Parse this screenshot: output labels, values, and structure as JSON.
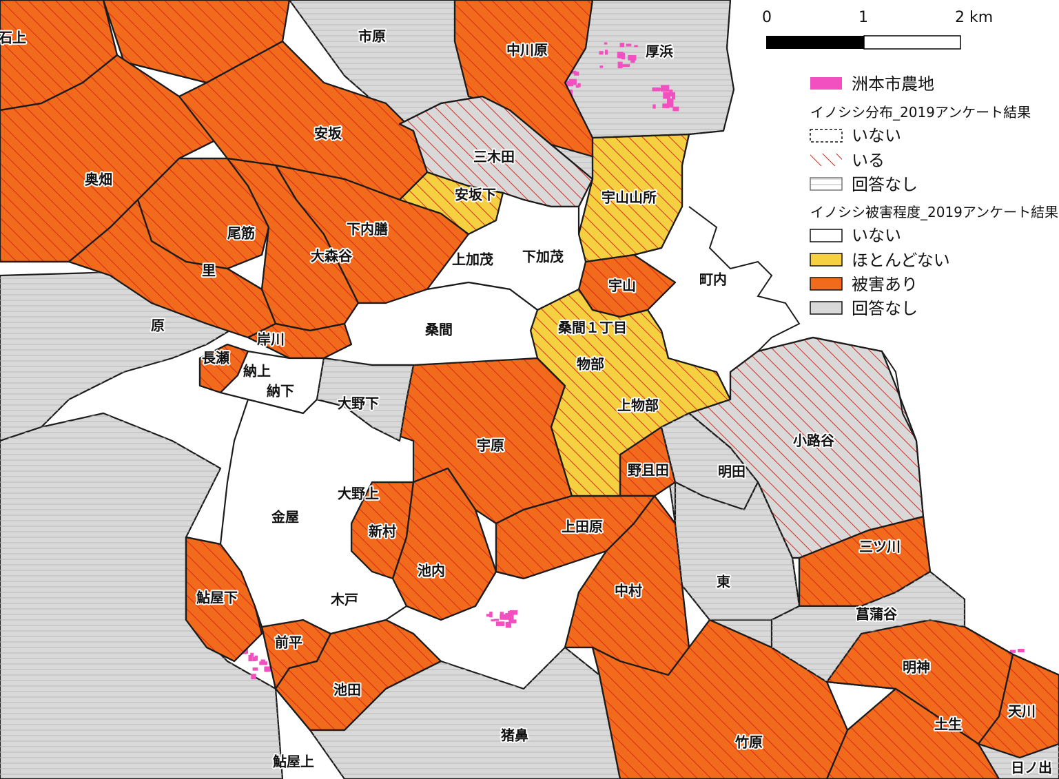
{
  "colors": {
    "farmland": "#f24fc0",
    "no_response": "#d9d9d9",
    "damage": "#f26a1b",
    "little": "#f5d142",
    "none": "#ffffff",
    "hatch_present": "#d7281c",
    "outside": "#ffffff"
  },
  "scale_bar": {
    "labels": [
      "0",
      "1",
      "2 km"
    ]
  },
  "legend": {
    "farmland": "洲本市農地",
    "distribution_title": "イノシシ分布_2019アンケート結果",
    "dist_absent": "いない",
    "dist_present": "いる",
    "dist_noanswer": "回答なし",
    "damage_title": "イノシシ被害程度_2019アンケート結果",
    "dmg_none": "いない",
    "dmg_little": "ほとんどない",
    "dmg_yes": "被害あり",
    "dmg_noanswer": "回答なし"
  },
  "places": [
    "石上",
    "市原",
    "中川原",
    "厚浜",
    "安坂",
    "奥畑",
    "三木田",
    "安坂下",
    "宇山山所",
    "尾筋",
    "下内膳",
    "大森谷",
    "上加茂",
    "下加茂",
    "里",
    "宇山",
    "町内",
    "原",
    "岸川",
    "桑間",
    "桑間１丁目",
    "長瀬",
    "納上",
    "納下",
    "物部",
    "大野下",
    "上物部",
    "宇原",
    "小路谷",
    "野且田",
    "明田",
    "大野上",
    "金屋",
    "新村",
    "上田原",
    "三ツ川",
    "池内",
    "東",
    "中村",
    "鮎屋下",
    "木戸",
    "菖蒲谷",
    "前平",
    "明神",
    "池田",
    "天川",
    "土生",
    "猪鼻",
    "竹原",
    "鮎屋上",
    "日ノ出"
  ],
  "map_regions": [
    {
      "name": "石上",
      "damage": "被害あり",
      "boar": "いる"
    },
    {
      "name": "市原",
      "damage": "回答なし",
      "boar": "回答なし"
    },
    {
      "name": "中川原",
      "damage": "被害あり",
      "boar": "いる"
    },
    {
      "name": "厚浜",
      "damage": "回答なし",
      "boar": "回答なし"
    },
    {
      "name": "安坂",
      "damage": "被害あり",
      "boar": "いる"
    },
    {
      "name": "奥畑",
      "damage": "被害あり",
      "boar": "いる"
    },
    {
      "name": "三木田",
      "damage": "回答なし",
      "boar": "いる"
    },
    {
      "name": "安坂下",
      "damage": "ほとんどない",
      "boar": "いる"
    },
    {
      "name": "宇山山所",
      "damage": "ほとんどない",
      "boar": "いる"
    },
    {
      "name": "尾筋",
      "damage": "被害あり",
      "boar": "いる"
    },
    {
      "name": "下内膳",
      "damage": "被害あり",
      "boar": "いる"
    },
    {
      "name": "大森谷",
      "damage": "被害あり",
      "boar": "いる"
    },
    {
      "name": "上加茂",
      "damage": "いない",
      "boar": "いない"
    },
    {
      "name": "下加茂",
      "damage": "いない",
      "boar": "いない"
    },
    {
      "name": "里",
      "damage": "被害あり",
      "boar": "いる"
    },
    {
      "name": "宇山",
      "damage": "被害あり",
      "boar": "いる"
    },
    {
      "name": "町内",
      "damage": "いない",
      "boar": "いない"
    },
    {
      "name": "原",
      "damage": "回答なし",
      "boar": "回答なし"
    },
    {
      "name": "岸川",
      "damage": "被害あり",
      "boar": "いる"
    },
    {
      "name": "桑間",
      "damage": "いない",
      "boar": "いない"
    },
    {
      "name": "桑間１丁目",
      "damage": "ほとんどない",
      "boar": "いる"
    },
    {
      "name": "長瀬",
      "damage": "被害あり",
      "boar": "いる"
    },
    {
      "name": "納上",
      "damage": "いない",
      "boar": "いない"
    },
    {
      "name": "納下",
      "damage": "いない",
      "boar": "いない"
    },
    {
      "name": "物部",
      "damage": "ほとんどない",
      "boar": "いる"
    },
    {
      "name": "大野下",
      "damage": "回答なし",
      "boar": "回答なし"
    },
    {
      "name": "上物部",
      "damage": "ほとんどない",
      "boar": "いる"
    },
    {
      "name": "宇原",
      "damage": "被害あり",
      "boar": "いる"
    },
    {
      "name": "小路谷",
      "damage": "回答なし",
      "boar": "いる"
    },
    {
      "name": "野且田",
      "damage": "被害あり",
      "boar": "いる"
    },
    {
      "name": "明田",
      "damage": "回答なし",
      "boar": "回答なし"
    },
    {
      "name": "大野上",
      "damage": "いない",
      "boar": "いない"
    },
    {
      "name": "金屋",
      "damage": "いない",
      "boar": "いない"
    },
    {
      "name": "新村",
      "damage": "被害あり",
      "boar": "いる"
    },
    {
      "name": "上田原",
      "damage": "被害あり",
      "boar": "いる"
    },
    {
      "name": "三ツ川",
      "damage": "被害あり",
      "boar": "いる"
    },
    {
      "name": "池内",
      "damage": "被害あり",
      "boar": "いる"
    },
    {
      "name": "東",
      "damage": "回答なし",
      "boar": "回答なし"
    },
    {
      "name": "中村",
      "damage": "被害あり",
      "boar": "いる"
    },
    {
      "name": "鮎屋下",
      "damage": "被害あり",
      "boar": "いる"
    },
    {
      "name": "木戸",
      "damage": "いない",
      "boar": "いない"
    },
    {
      "name": "菖蒲谷",
      "damage": "回答なし",
      "boar": "回答なし"
    },
    {
      "name": "前平",
      "damage": "被害あり",
      "boar": "いる"
    },
    {
      "name": "明神",
      "damage": "被害あり",
      "boar": "いる"
    },
    {
      "name": "池田",
      "damage": "被害あり",
      "boar": "いる"
    },
    {
      "name": "天川",
      "damage": "被害あり",
      "boar": "いる"
    },
    {
      "name": "土生",
      "damage": "被害あり",
      "boar": "いる"
    },
    {
      "name": "猪鼻",
      "damage": "回答なし",
      "boar": "回答なし"
    },
    {
      "name": "竹原",
      "damage": "被害あり",
      "boar": "いる"
    },
    {
      "name": "鮎屋上",
      "damage": "回答なし",
      "boar": "回答なし"
    },
    {
      "name": "日ノ出",
      "damage": "回答なし",
      "boar": "回答なし"
    }
  ]
}
